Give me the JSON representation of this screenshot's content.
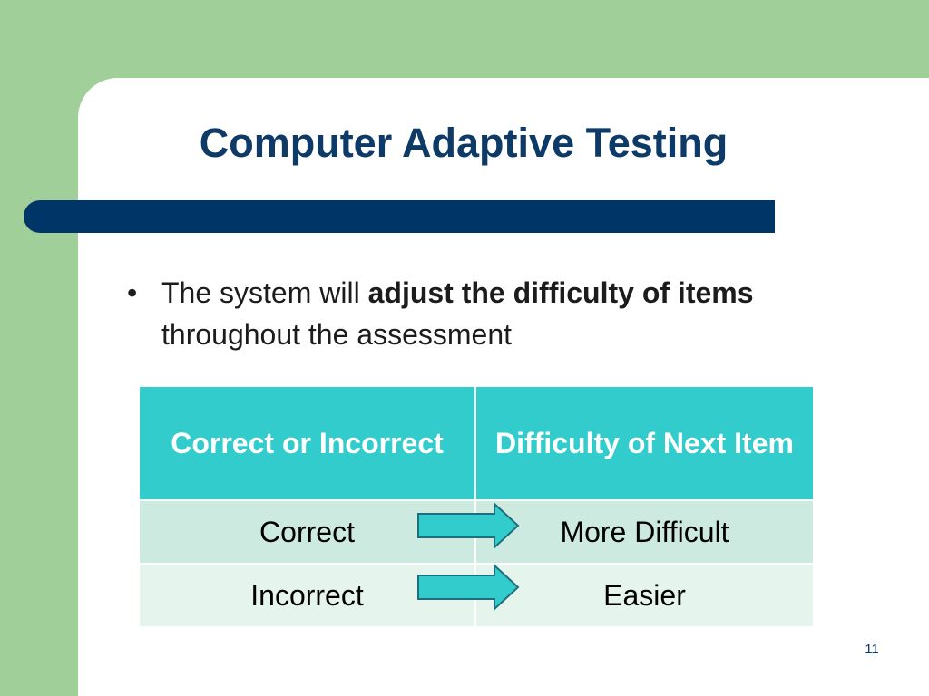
{
  "slide": {
    "title": "Computer Adaptive Testing",
    "bullet": {
      "marker": "•",
      "text_before": "The system will ",
      "text_bold": "adjust the difficulty of items",
      "text_after": " throughout the assessment"
    },
    "table": {
      "headers": [
        "Correct or Incorrect",
        "Difficulty of Next Item"
      ],
      "rows": [
        [
          "Correct",
          "More Difficult"
        ],
        [
          "Incorrect",
          "Easier"
        ]
      ]
    },
    "page_number": "11"
  },
  "colors": {
    "green_accent": "#a0cf9a",
    "navy": "#003667",
    "title_text": "#0e3a68",
    "table_header": "#33cccc",
    "row_a": "#cdeae0",
    "row_b": "#e6f4ee",
    "arrow_fill": "#33cccc"
  },
  "icons": {
    "row_arrow": "right-arrow-icon"
  }
}
